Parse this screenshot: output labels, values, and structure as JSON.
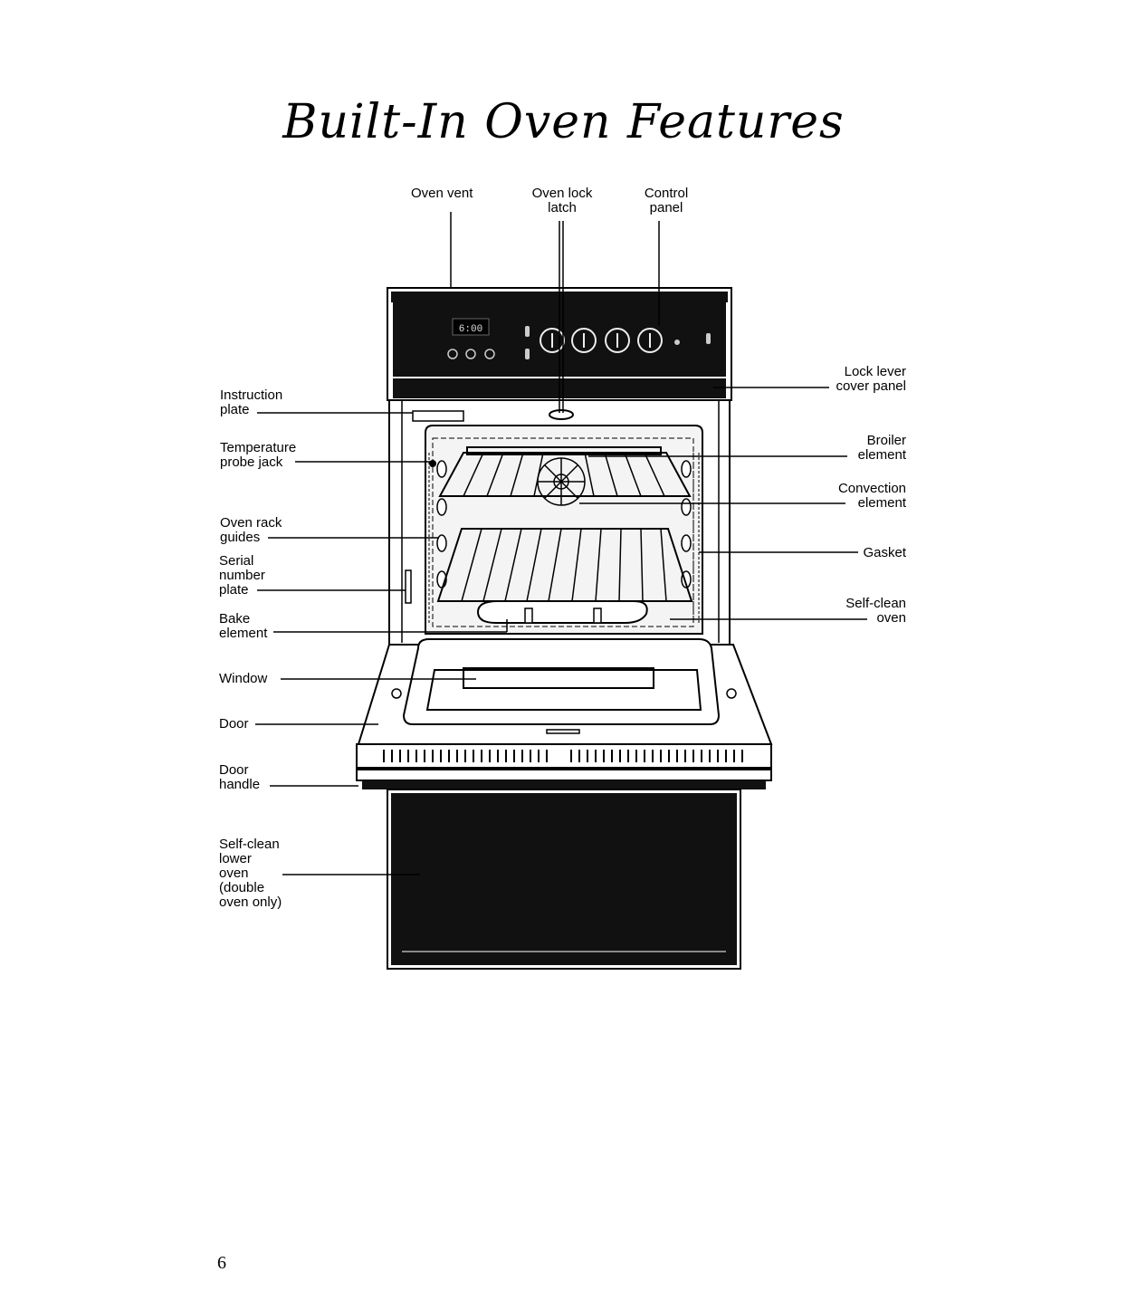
{
  "title": "Built-In Oven Features",
  "page_number": "6",
  "display": {
    "clock": "6:00"
  },
  "colors": {
    "ink": "#000000",
    "panel": "#111111",
    "paper": "#ffffff",
    "cavity": "#f4f4f4"
  },
  "labels": {
    "oven_vent": "Oven vent",
    "oven_lock_latch": "Oven lock\nlatch",
    "control_panel": "Control\npanel",
    "instruction_plate": "Instruction\nplate",
    "temperature_probe_jack": "Temperature\nprobe jack",
    "oven_rack_guides": "Oven rack\nguides",
    "serial_number_plate": "Serial\nnumber\nplate",
    "bake_element": "Bake\nelement",
    "window": "Window",
    "door": "Door",
    "door_handle": "Door\nhandle",
    "self_clean_lower_oven": "Self-clean\nlower\noven\n(double\noven only)",
    "lock_lever_cover_panel": "Lock lever\ncover panel",
    "broiler_element": "Broiler\nelement",
    "convection_element": "Convection\nelement",
    "gasket": "Gasket",
    "self_clean_oven": "Self-clean\noven"
  }
}
